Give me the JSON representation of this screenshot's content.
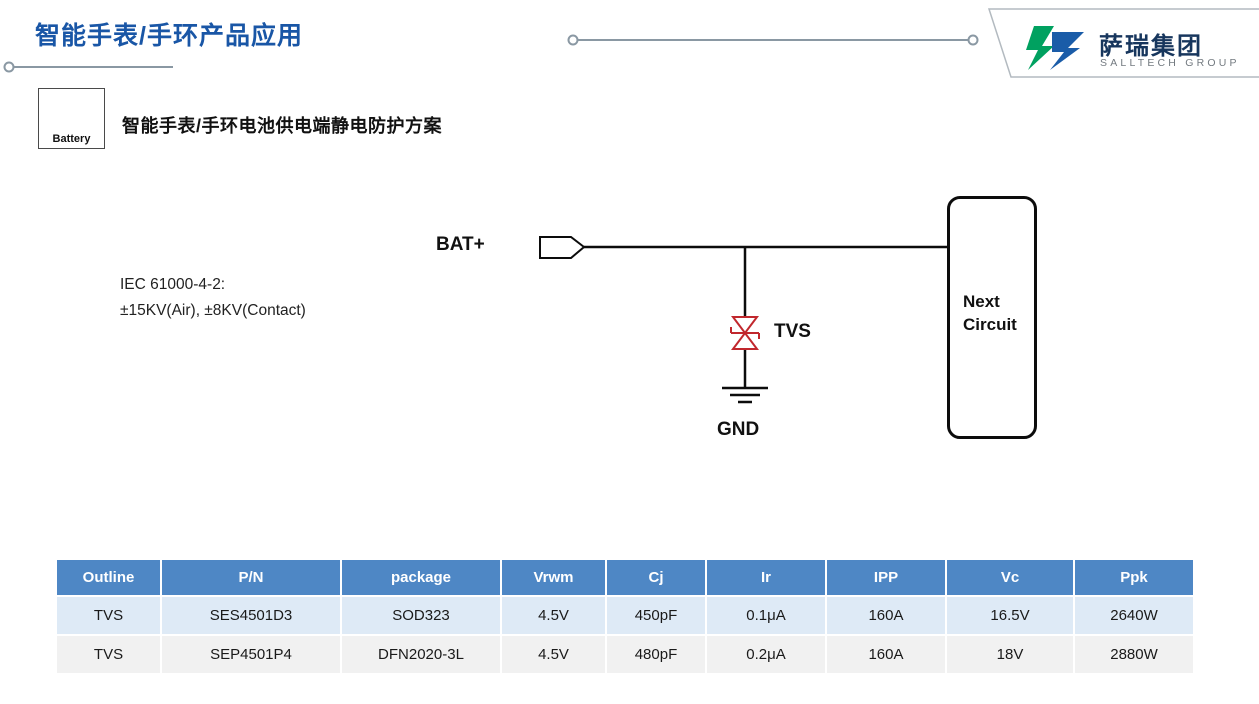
{
  "page": {
    "title": "智能手表/手环产品应用",
    "section_heading": "智能手表/手环电池供电端静电防护方案"
  },
  "logo": {
    "name": "萨瑞集团",
    "subtitle": "SALLTECH GROUP"
  },
  "battery_icon": {
    "label": "Battery"
  },
  "circuit": {
    "bat_label": "BAT+",
    "tvs_label": "TVS",
    "gnd_label": "GND",
    "next_circuit_label": "Next Circuit",
    "iec_line1": "IEC 61000-4-2:",
    "iec_line2": "±15KV(Air), ±8KV(Contact)"
  },
  "colors": {
    "title_blue": "#1956A6",
    "table_header_blue": "#4E87C5",
    "row_light_blue": "#DEEAF6",
    "row_light_gray": "#F1F1F1",
    "tvs_red": "#C1272D",
    "logo_green": "#00A160",
    "logo_blue": "#1A5CA8",
    "logo_text_navy": "#17365D"
  },
  "table": {
    "headers": [
      "Outline",
      "P/N",
      "package",
      "Vrwm",
      "Cj",
      "Ir",
      "IPP",
      "Vc",
      "Ppk"
    ],
    "rows": [
      [
        "TVS",
        "SES4501D3",
        "SOD323",
        "4.5V",
        "450pF",
        "0.1μA",
        "160A",
        "16.5V",
        "2640W"
      ],
      [
        "TVS",
        "SEP4501P4",
        "DFN2020-3L",
        "4.5V",
        "480pF",
        "0.2μA",
        "160A",
        "18V",
        "2880W"
      ]
    ]
  }
}
